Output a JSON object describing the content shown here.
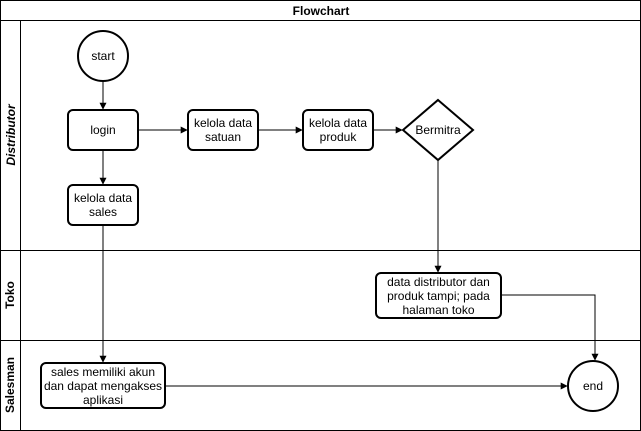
{
  "diagram": {
    "title": "Flowchart",
    "lanes": [
      {
        "id": "distributor",
        "label": "Distributor",
        "italic": true
      },
      {
        "id": "toko",
        "label": "Toko",
        "italic": false
      },
      {
        "id": "salesman",
        "label": "Salesman",
        "italic": false
      }
    ],
    "nodes": {
      "start": {
        "label": "start",
        "shape": "circle"
      },
      "login": {
        "label": "login",
        "shape": "rounded-rect"
      },
      "kelola_satuan": {
        "label": "kelola data satuan",
        "shape": "rounded-rect"
      },
      "kelola_produk": {
        "label": "kelola data produk",
        "shape": "rounded-rect"
      },
      "bermitra": {
        "label": "Bermitra",
        "shape": "diamond"
      },
      "kelola_sales": {
        "label": "kelola data sales",
        "shape": "rounded-rect"
      },
      "data_distributor": {
        "label": "data distributor dan produk tampi; pada halaman toko",
        "shape": "rounded-rect"
      },
      "sales_akun": {
        "label": "sales memiliki akun dan dapat mengakses aplikasi",
        "shape": "rounded-rect"
      },
      "end": {
        "label": "end",
        "shape": "circle"
      }
    },
    "edges": [
      {
        "from": "start",
        "to": "login"
      },
      {
        "from": "login",
        "to": "kelola_satuan"
      },
      {
        "from": "kelola_satuan",
        "to": "kelola_produk"
      },
      {
        "from": "kelola_produk",
        "to": "bermitra"
      },
      {
        "from": "login",
        "to": "kelola_sales"
      },
      {
        "from": "bermitra",
        "to": "data_distributor"
      },
      {
        "from": "kelola_sales",
        "to": "sales_akun"
      },
      {
        "from": "data_distributor",
        "to": "end"
      },
      {
        "from": "sales_akun",
        "to": "end"
      }
    ],
    "colors": {
      "stroke": "#000000",
      "fill": "#ffffff",
      "text": "#000000"
    }
  }
}
